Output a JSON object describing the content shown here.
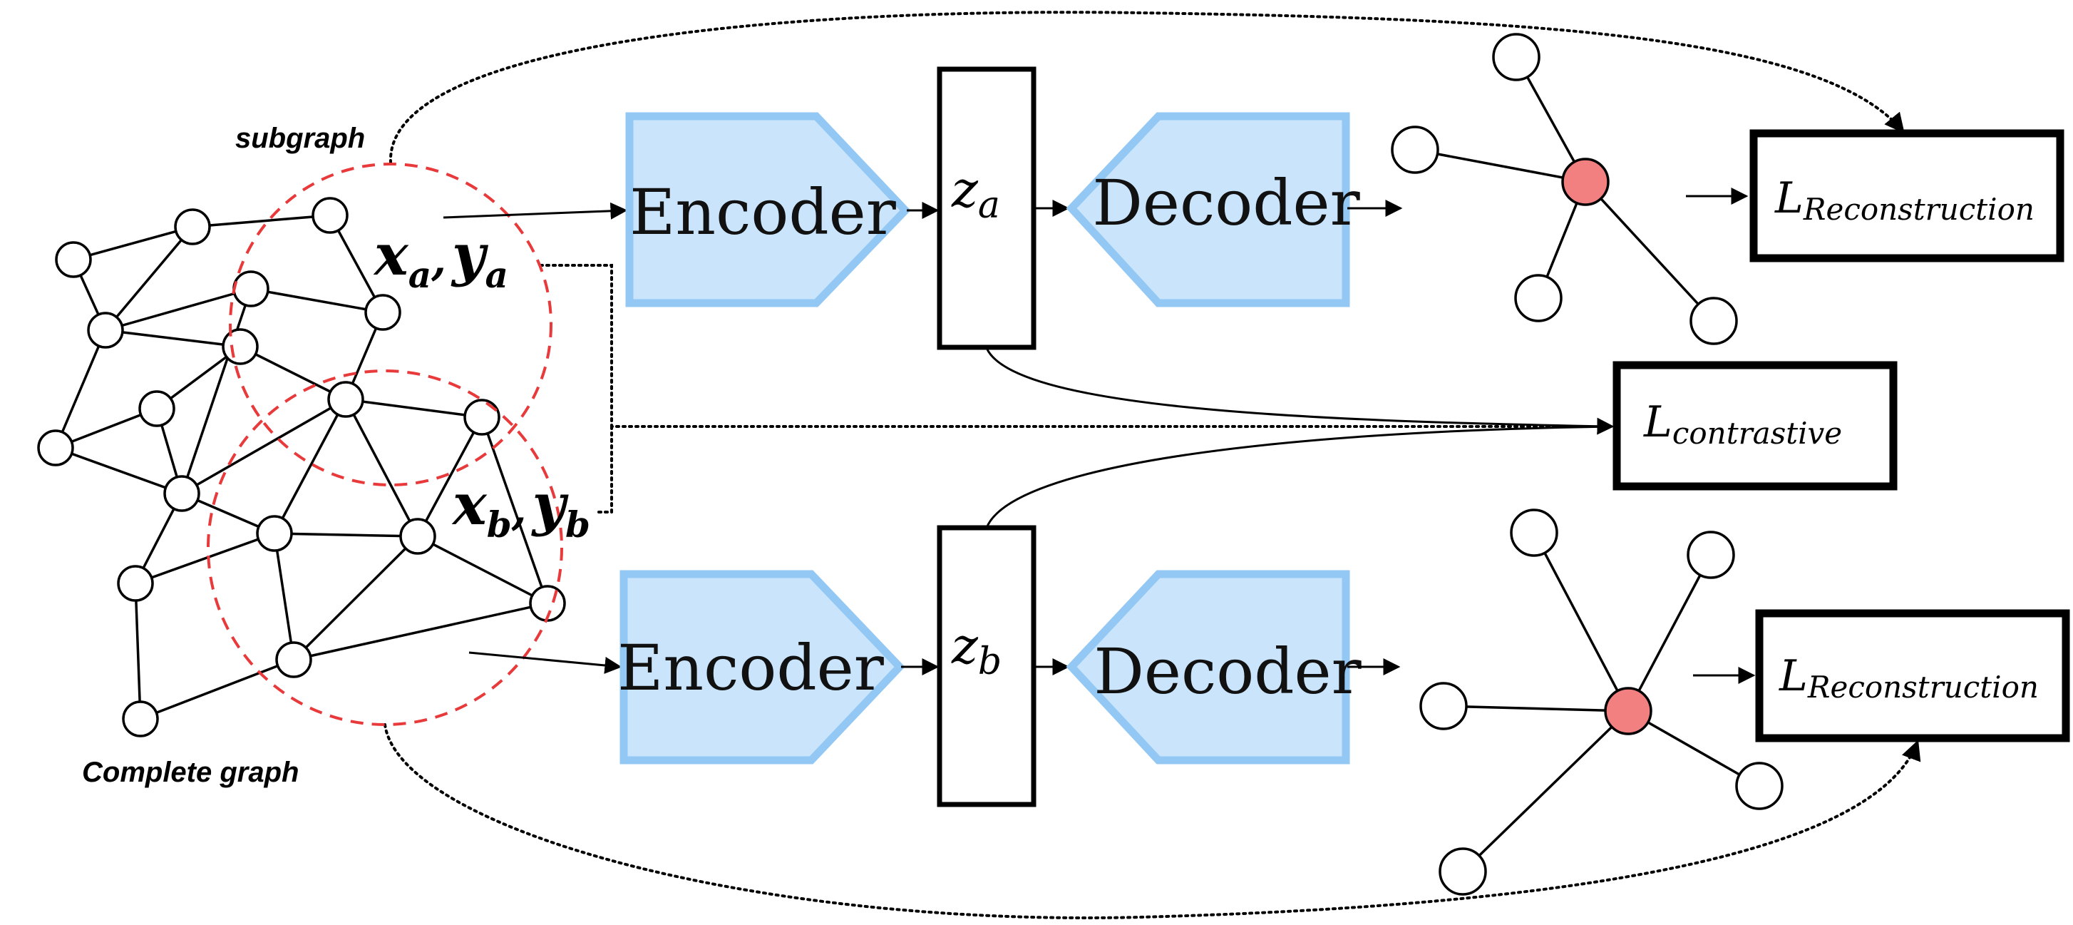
{
  "labels": {
    "subgraph": "subgraph",
    "complete_graph": "Complete graph"
  },
  "inputs": {
    "a": {
      "x": "x",
      "x_sub": "a",
      "sep": ",",
      "y": "y",
      "y_sub": "a"
    },
    "b": {
      "x": "x",
      "x_sub": "b",
      "sep": ",",
      "y": "y",
      "y_sub": "b"
    }
  },
  "blocks": {
    "encoder_top": "Encoder",
    "decoder_top": "Decoder",
    "encoder_bottom": "Encoder",
    "decoder_bottom": "Decoder"
  },
  "latents": {
    "top": {
      "base": "z",
      "sub": "a"
    },
    "bottom": {
      "base": "z",
      "sub": "b"
    }
  },
  "losses": {
    "recon_top": {
      "base": "L",
      "sub": "Reconstruction"
    },
    "contrastive": {
      "base": "L",
      "sub": "contrastive"
    },
    "recon_bottom": {
      "base": "L",
      "sub": "Reconstruction"
    }
  },
  "colors": {
    "block_fill": "#c9e4fb",
    "block_stroke": "#93c8f4",
    "center_node": "#f28080",
    "subgraph_circle": "#e8393b"
  }
}
